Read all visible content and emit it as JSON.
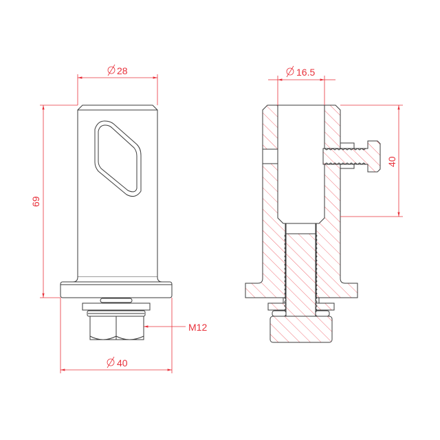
{
  "colors": {
    "dimension": "#e8303a",
    "outline": "#3a3a3a",
    "hatch": "#e8303a"
  },
  "front_view": {
    "dim_top_diameter": {
      "symbol": "diameter",
      "value": "28"
    },
    "dim_height": {
      "value": "69"
    },
    "dim_base_diameter": {
      "symbol": "diameter",
      "value": "40"
    },
    "dim_thread": {
      "value": "M12"
    }
  },
  "section_view": {
    "dim_bore_diameter": {
      "symbol": "diameter",
      "value": "16.5"
    },
    "dim_bore_depth": {
      "value": "40"
    }
  }
}
